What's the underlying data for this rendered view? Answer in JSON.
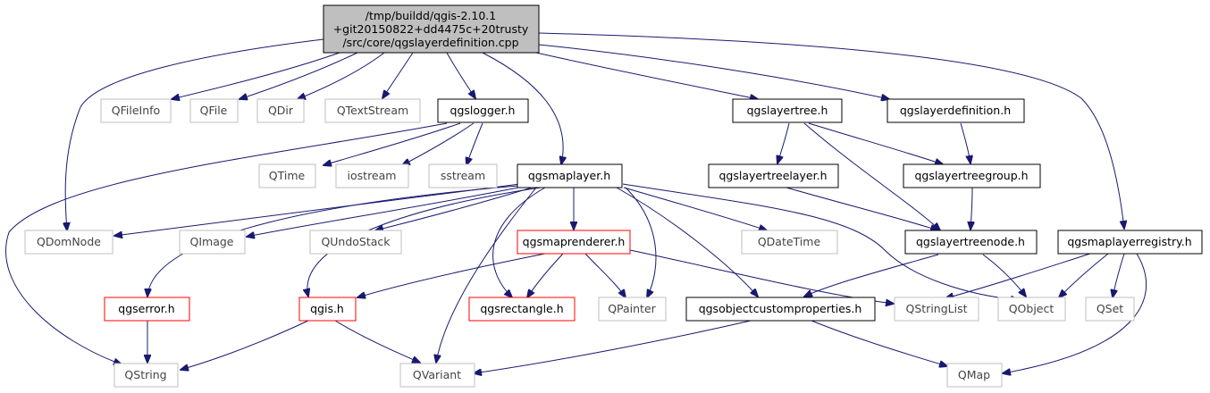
{
  "graph": {
    "root": {
      "line1": "/tmp/buildd/qgis-2.10.1",
      "line2": "+git20150822+dd4475c+20trusty",
      "line3": "/src/core/qgslayerdefinition.cpp"
    },
    "nodes": {
      "qfileinfo": "QFileInfo",
      "qfile": "QFile",
      "qdir": "QDir",
      "qtextstream": "QTextStream",
      "qgslogger_h": "qgslogger.h",
      "qgslayertree_h": "qgslayertree.h",
      "qgslayerdefinition_h": "qgslayerdefinition.h",
      "qtime": "QTime",
      "iostream": "iostream",
      "sstream": "sstream",
      "qgsmaplayer_h": "qgsmaplayer.h",
      "qgslayertreelayer_h": "qgslayertreelayer.h",
      "qgslayertreegroup_h": "qgslayertreegroup.h",
      "qdomnode": "QDomNode",
      "qimage": "QImage",
      "qundostack": "QUndoStack",
      "qgsmaprenderer_h": "qgsmaprenderer.h",
      "qdatetime": "QDateTime",
      "qgslayertreenode_h": "qgslayertreenode.h",
      "qgsmaplayerregistry_h": "qgsmaplayerregistry.h",
      "qgserror_h": "qgserror.h",
      "qgis_h": "qgis.h",
      "qgsrectangle_h": "qgsrectangle.h",
      "qpainter": "QPainter",
      "qgsobjectcustomproperties_h": "qgsobjectcustomproperties.h",
      "qstringlist": "QStringList",
      "qobject": "QObject",
      "qset": "QSet",
      "qstring": "QString",
      "qvariant": "QVariant",
      "qmap": "QMap"
    }
  }
}
